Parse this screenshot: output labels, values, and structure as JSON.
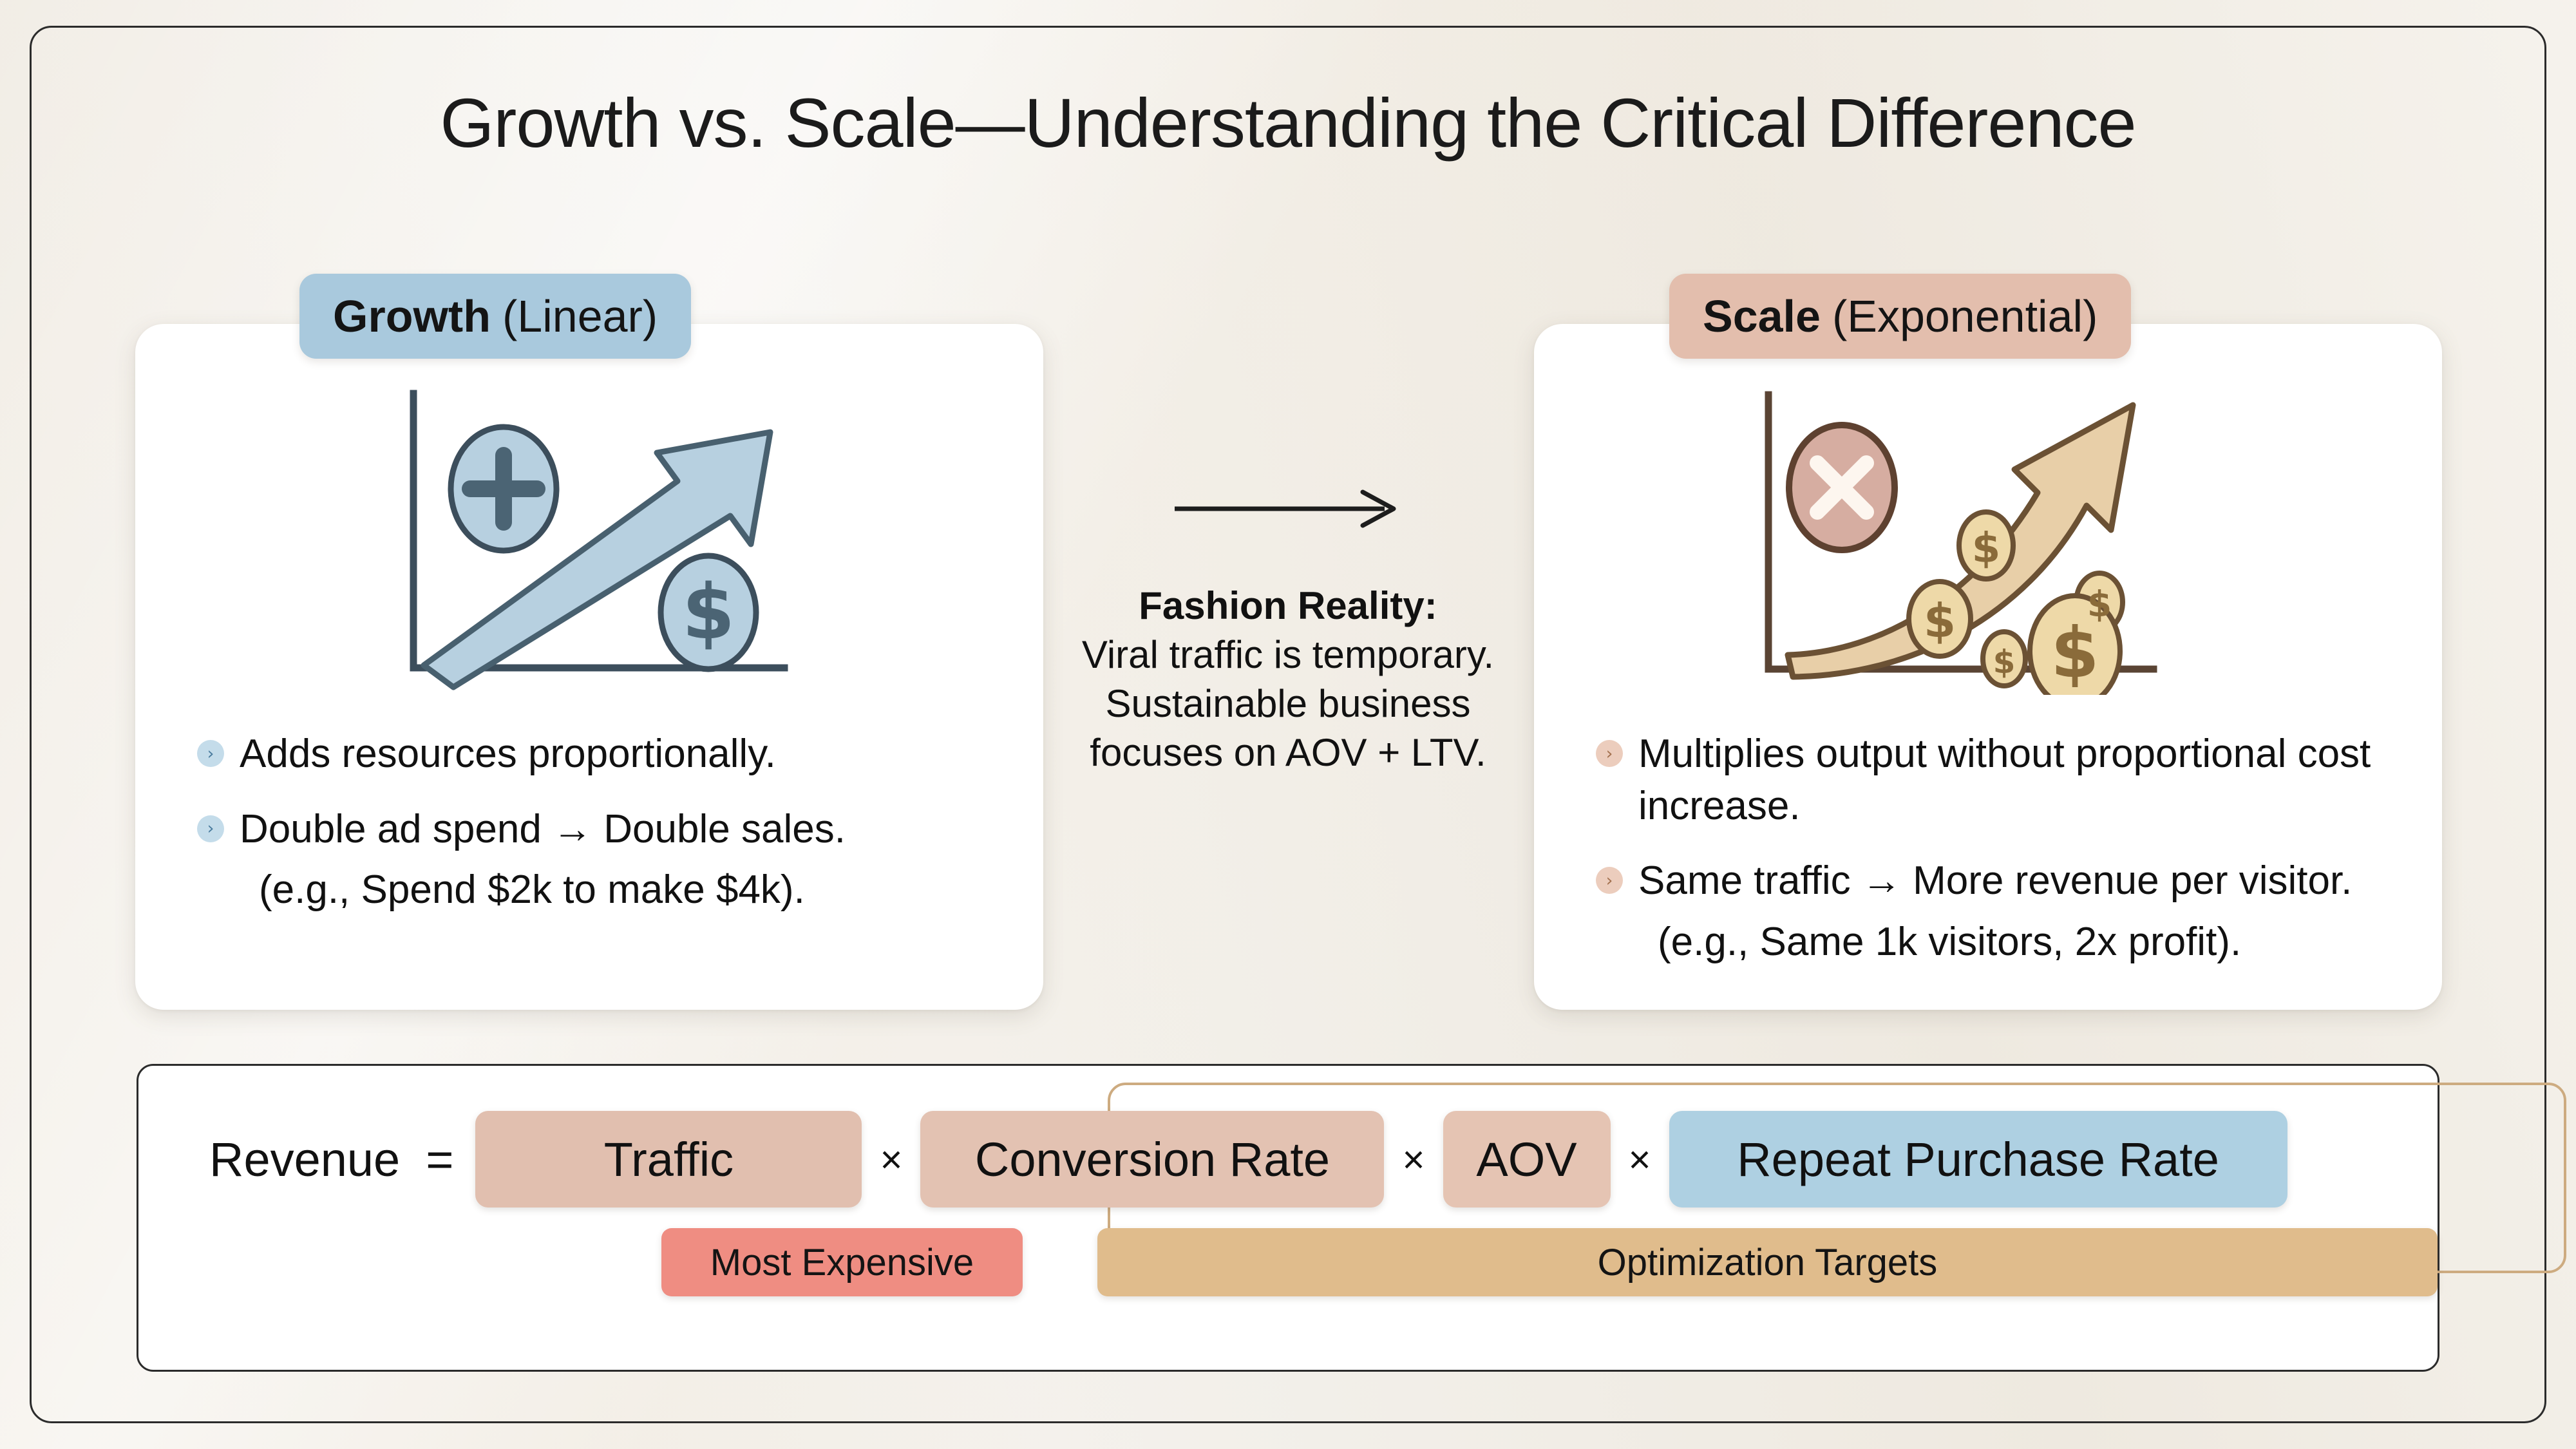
{
  "title": "Growth vs. Scale—Understanding the Critical Difference",
  "cards": [
    {
      "key": "growth",
      "pill_strong": "Growth",
      "pill_rest": "(Linear)",
      "pill_color": "#a9c9dd",
      "marker_glyph": "›",
      "illustration": "linear-growth-chart-icon",
      "bullets": [
        {
          "text": "Adds resources proportionally.",
          "sub": ""
        },
        {
          "text": "Double ad spend → Double sales.",
          "sub": "(e.g., Spend $2k to make $4k)."
        }
      ]
    },
    {
      "key": "scale",
      "pill_strong": "Scale",
      "pill_rest": "(Exponential)",
      "pill_color": "#e3bead",
      "marker_glyph": "›",
      "illustration": "exponential-scale-chart-icon",
      "bullets": [
        {
          "text": "Multiplies output without proportional cost increase.",
          "sub": ""
        },
        {
          "text": "Same traffic → More revenue per visitor.",
          "sub": "(e.g., Same 1k visitors, 2x profit)."
        }
      ]
    }
  ],
  "middle": {
    "arrow": "right-arrow-icon",
    "label": "Fashion Reality:",
    "body": "Viral traffic is temporary. Sustainable business focuses on AOV + LTV."
  },
  "formula": {
    "revenue_label": "Revenue",
    "equals": "=",
    "times": "×",
    "terms": [
      {
        "label": "Traffic",
        "color": "#e1bfaf"
      },
      {
        "label": "Conversion Rate",
        "color": "#e3c2b2"
      },
      {
        "label": "AOV",
        "color": "#e5c4b3"
      },
      {
        "label": "Repeat Purchase Rate",
        "color": "#aed0e2"
      }
    ],
    "tags": [
      {
        "label": "Most Expensive",
        "color": "#ef8d82"
      },
      {
        "label": "Optimization Targets",
        "color": "#e0bc8c"
      }
    ]
  },
  "colors": {
    "background": "#f1eee8",
    "frame": "#2b2b2b",
    "card": "#ffffff",
    "growth_accent": "#a9c9dd",
    "scale_accent": "#e3bead",
    "bracket": "#cdab80"
  }
}
